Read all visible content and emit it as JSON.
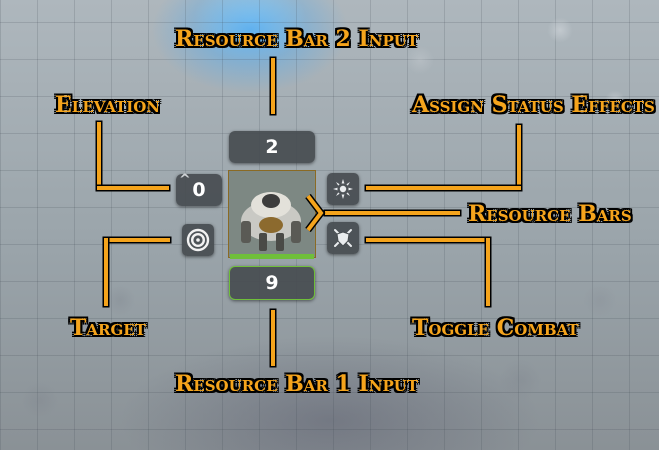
{
  "callouts": {
    "resource_bar_2_input": "Resource Bar 2 Input",
    "elevation": "Elevation",
    "assign_status_effects": "Assign Status Effects",
    "resource_bars": "Resource Bars",
    "target": "Target",
    "toggle_combat": "Toggle Combat",
    "resource_bar_1_input": "Resource Bar 1 Input"
  },
  "token_hud": {
    "bar2_value": "2",
    "bar1_value": "9",
    "elevation_value": "0",
    "elevation_arrow": "^",
    "icons": {
      "target": "target-icon",
      "status_effects": "status-effects-icon",
      "combat": "crossed-swords-shield-icon"
    },
    "bar_colors": {
      "bar2": "#5f8bd6",
      "bar1": "#6fbf3a"
    }
  },
  "colors": {
    "accent": "#f5a41c"
  }
}
